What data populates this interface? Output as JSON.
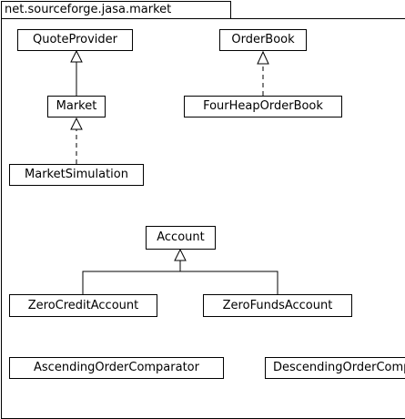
{
  "package": {
    "name": "net.sourceforge.jasa.market"
  },
  "classes": {
    "quote_provider": "QuoteProvider",
    "order_book": "OrderBook",
    "market": "Market",
    "four_heap_order_book": "FourHeapOrderBook",
    "market_simulation": "MarketSimulation",
    "account": "Account",
    "zero_credit_account": "ZeroCreditAccount",
    "zero_funds_account": "ZeroFundsAccount",
    "ascending_order_comparator": "AscendingOrderComparator",
    "descending_order_comparator": "DescendingOrderComparator"
  }
}
